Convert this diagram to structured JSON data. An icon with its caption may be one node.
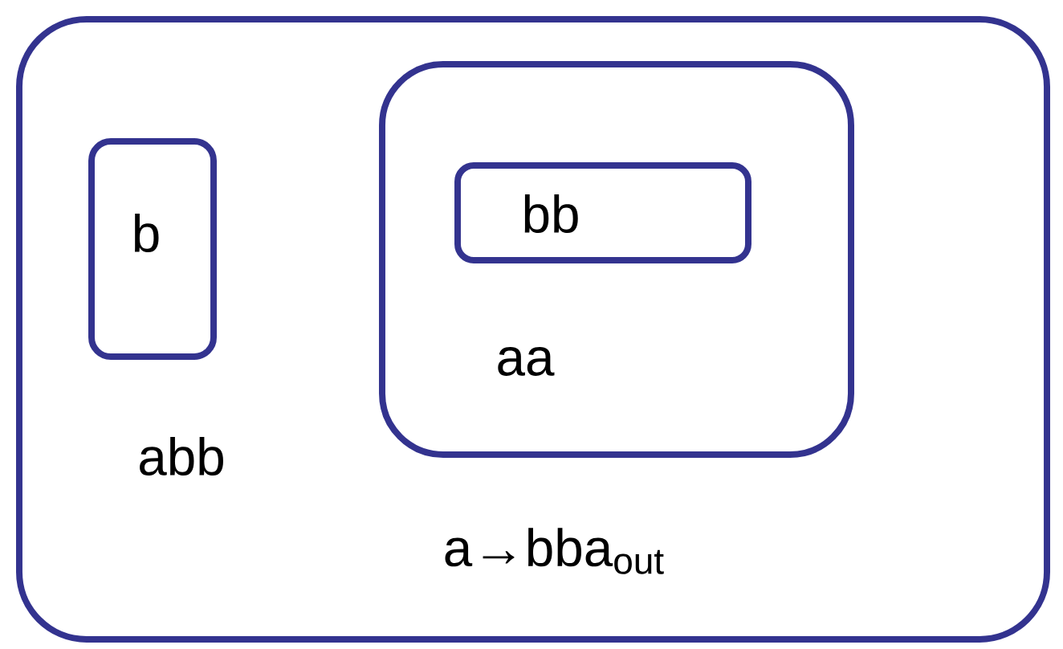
{
  "diagram": {
    "nodes": [
      {
        "text": [
          "abb",
          "a→bba$_{out}$"
        ]
      },
      {
        "text": [
          "b"
        ],
        "in": 0
      },
      {
        "text": [
          "aa"
        ],
        "in": 0
      },
      {
        "text": [
          "bb"
        ],
        "in": 2
      }
    ]
  }
}
